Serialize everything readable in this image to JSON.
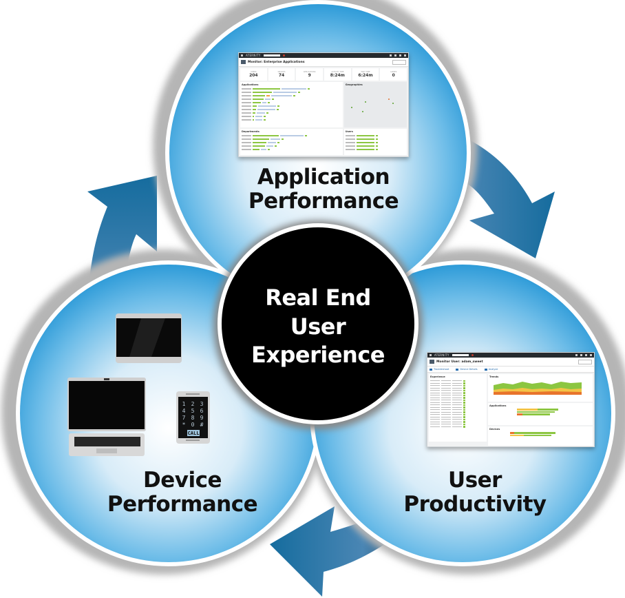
{
  "diagram": {
    "center": {
      "lines": [
        "Real End",
        "User",
        "Experience"
      ]
    },
    "nodes": [
      {
        "id": "application-performance",
        "lines": [
          "Application",
          "Performance"
        ],
        "image": "application-dashboard-screenshot"
      },
      {
        "id": "user-productivity",
        "lines": [
          "User",
          "Productivity"
        ],
        "image": "user-dashboard-screenshot"
      },
      {
        "id": "device-performance",
        "lines": [
          "Device",
          "Performance"
        ],
        "image": "device-illustrations"
      }
    ],
    "cycle_order": [
      "application-performance",
      "user-productivity",
      "device-performance"
    ],
    "arrow_direction": "clockwise",
    "colors": {
      "circle_blue": "#3aa6e0",
      "circle_light": "#ffffff",
      "arrow_blue": "#1b6ea3",
      "center_fill": "#000000",
      "text_dark": "#111111",
      "text_light": "#ffffff"
    }
  },
  "app_dashboard": {
    "brand": "ATERNITY",
    "title": "Monitor: Enterprise Applications",
    "kpis": [
      {
        "label": "USERS",
        "value": "204"
      },
      {
        "label": "DEVICES",
        "value": "74"
      },
      {
        "label": "APPLICATIONS",
        "value": "9"
      },
      {
        "label": "ACTIVITY TIME",
        "value": "8:24m"
      },
      {
        "label": "WAIT TIME",
        "value": "6:24m"
      },
      {
        "label": "ALERTS",
        "value": "0"
      }
    ],
    "panels": {
      "applications": "Applications",
      "geographies": "Geographies",
      "departments": "Departments",
      "users": "Users"
    }
  },
  "user_dashboard": {
    "brand": "ATERNITY",
    "title": "Monitor User: adam_sweet",
    "tabs": [
      "Troubleshoot",
      "Device Details",
      "Analyze"
    ],
    "panels": {
      "experience": "Experience",
      "trends": "Trends",
      "applications": "Applications",
      "devices": "Devices"
    }
  },
  "devices": {
    "phone_keys": [
      "1",
      "2",
      "3",
      "4",
      "5",
      "6",
      "7",
      "8",
      "9",
      "*",
      "0",
      "#"
    ],
    "phone_call_label": "CALL"
  }
}
